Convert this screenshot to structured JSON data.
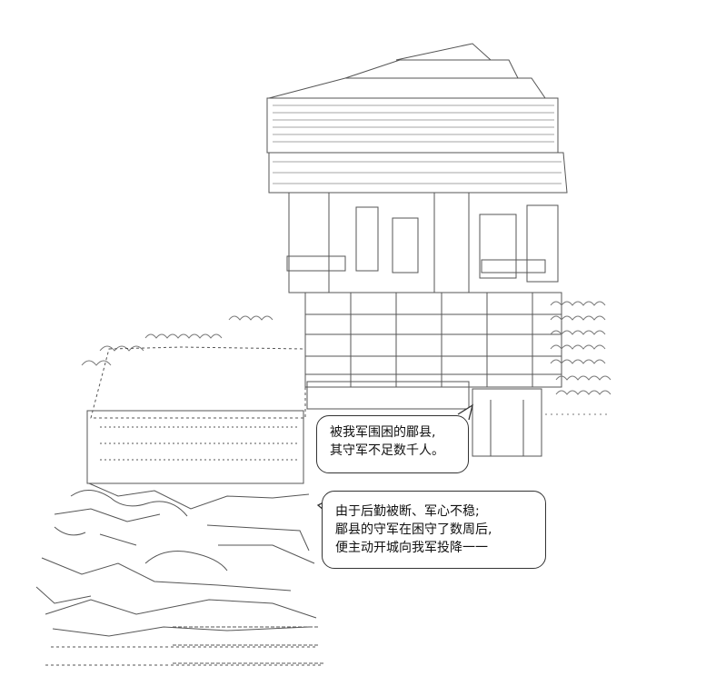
{
  "dialogue": {
    "bubble_1": {
      "lines": [
        "被我军围困的郿县,",
        "其守军不足数千人。"
      ]
    },
    "bubble_2": {
      "lines": [
        "由于后勤被断、军心不稳;",
        "郿县的守军在困守了数周后,",
        "便主动开城向我军投降一一"
      ]
    }
  },
  "colors": {
    "ink": "#333333",
    "background": "#ffffff"
  }
}
